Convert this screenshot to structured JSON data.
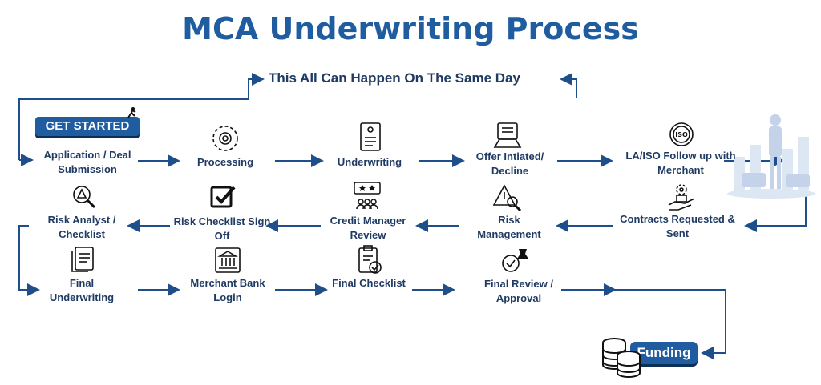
{
  "title": "MCA Underwriting Process",
  "subtitle": "This All Can Happen On The Same Day",
  "badges": {
    "get_started": "GET STARTED",
    "funding": "Funding"
  },
  "steps": {
    "application": "Application / Deal Submission",
    "processing": "Processing",
    "underwriting": "Underwriting",
    "offer": "Offer Intiated/ Decline",
    "la_iso": "LA/ISO Follow up with Merchant",
    "contracts": "Contracts Requested & Sent",
    "risk_management": "Risk Management",
    "credit_manager": "Credit Manager Review",
    "risk_checklist_signoff": "Risk Checklist Sign Off",
    "risk_analyst": "Risk Analyst / Checklist",
    "final_underwriting": "Final Underwriting",
    "merchant_bank": "Merchant Bank Login",
    "final_checklist": "Final Checklist",
    "final_review": "Final Review / Approval"
  },
  "colors": {
    "accent": "#1f5da0",
    "text": "#1f3a63",
    "wire": "#1f4f8a"
  }
}
